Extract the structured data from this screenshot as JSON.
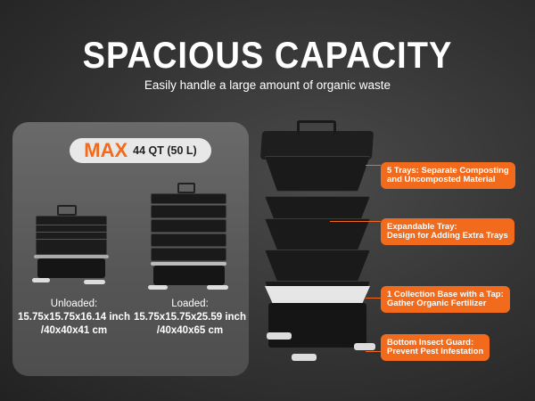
{
  "header": {
    "title": "SPACIOUS CAPACITY",
    "subtitle": "Easily handle a large amount of organic waste"
  },
  "capacity": {
    "max_label": "MAX",
    "value": "44 QT (50 L)"
  },
  "unloaded": {
    "label": "Unloaded:",
    "inch": "15.75x15.75x16.14 inch",
    "cm": "/40x40x41 cm"
  },
  "loaded": {
    "label": "Loaded:",
    "inch": "15.75x15.75x25.59 inch",
    "cm": "/40x40x65 cm"
  },
  "callouts": [
    {
      "line1": "5 Trays: Separate Composting",
      "line2": "and Uncomposted Material"
    },
    {
      "line1": "Expandable Tray:",
      "line2": "Design for Adding Extra Trays"
    },
    {
      "line1": "1 Collection Base with a Tap:",
      "line2": "Gather Organic Fertilizer"
    },
    {
      "line1": "Bottom Insect Guard:",
      "line2": "Prevent Pest Infestation"
    }
  ],
  "colors": {
    "accent": "#f26a1b"
  }
}
